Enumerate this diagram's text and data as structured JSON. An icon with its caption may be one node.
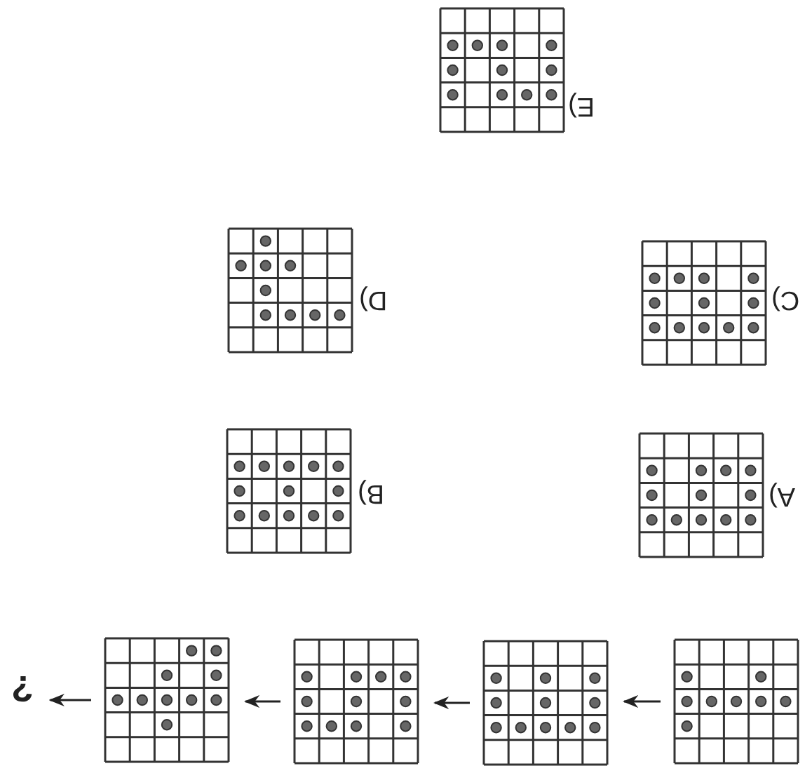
{
  "diagram": {
    "nodes": [
      {
        "text": [],
        "shape": "grid"
      },
      {
        "text": [],
        "shape": "grid"
      },
      {
        "text": [],
        "shape": "grid"
      },
      {
        "text": [],
        "shape": "grid"
      },
      {
        "text": [
          "?"
        ]
      },
      {
        "text": [
          "A)"
        ]
      },
      {
        "text": [
          "B)"
        ]
      },
      {
        "text": [
          "C)"
        ]
      },
      {
        "text": [
          "D)"
        ]
      },
      {
        "text": [
          "E)"
        ]
      }
    ],
    "edges": [
      {
        "from": 3,
        "to": 2,
        "arrow": "to"
      },
      {
        "from": 2,
        "to": 1,
        "arrow": "to"
      },
      {
        "from": 1,
        "to": 0,
        "arrow": "to"
      },
      {
        "from": 0,
        "to": 4,
        "arrow": "to"
      }
    ]
  }
}
